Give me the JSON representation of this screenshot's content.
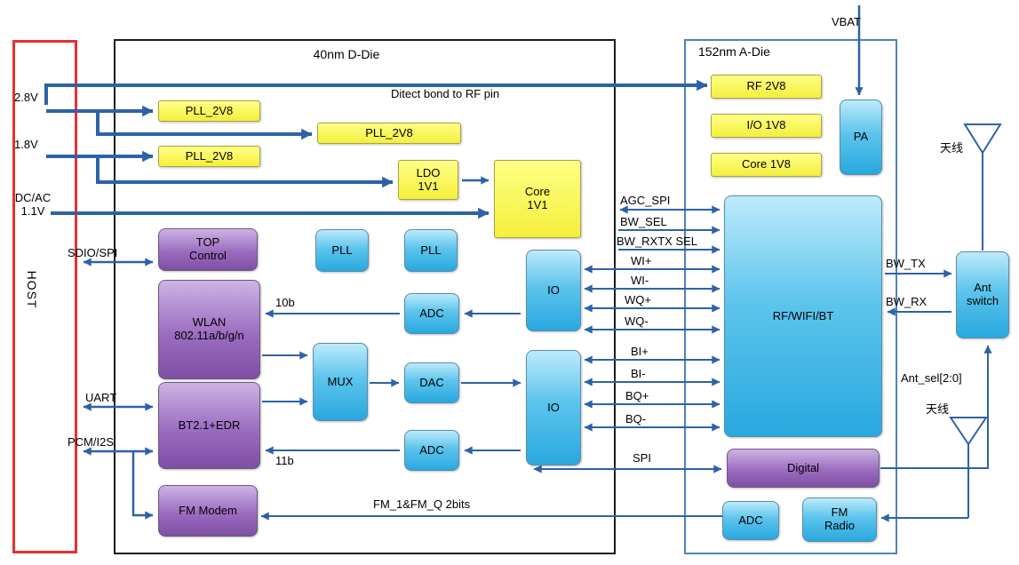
{
  "host_panel": {
    "title": "HOST",
    "rail_28": "2.8V",
    "rail_18": "1.8V",
    "rail_dcac": "DC/AC\n1.1V",
    "bus_sdio": "SDIO/SPI",
    "bus_uart": "UART",
    "bus_pcm": "PCM/I2S"
  },
  "d_die": {
    "title": "40nm D-Die",
    "bond_note": "Ditect bond to RF pin",
    "blocks": {
      "pll2v8_a": "PLL_2V8",
      "pll2v8_b": "PLL_2V8",
      "pll2v8_c": "PLL_2V8",
      "ldo": "LDO\n1V1",
      "core": "Core\n1V1",
      "top_control": "TOP\nControl",
      "pll_a": "PLL",
      "pll_b": "PLL",
      "wlan": "WLAN\n802.11a/b/g/n",
      "adc_top": "ADC",
      "mux": "MUX",
      "dac": "DAC",
      "bt": "BT2.1+EDR",
      "adc_bot": "ADC",
      "io_top": "IO",
      "io_bot": "IO",
      "fm_modem": "FM Modem"
    },
    "widths": {
      "adc_top": "10b",
      "adc_bot": "11b"
    }
  },
  "a_die": {
    "title": "152nm A-Die",
    "blocks": {
      "rf2v8": "RF 2V8",
      "io1v8": "I/O 1V8",
      "core1v8": "Core 1V8",
      "pa": "PA",
      "rf_wifi_bt": "RF/WIFI/BT",
      "digital": "Digital",
      "adc": "ADC",
      "fm_radio": "FM\nRadio"
    }
  },
  "signals": {
    "agc_spi": "AGC_SPI",
    "bw_sel": "BW_SEL",
    "bw_rxtx_sel": "BW_RXTX SEL",
    "wi_p": "WI+",
    "wi_n": "WI-",
    "wq_p": "WQ+",
    "wq_n": "WQ-",
    "bi_p": "BI+",
    "bi_n": "BI-",
    "bq_p": "BQ+",
    "bq_n": "BQ-",
    "spi": "SPI",
    "fm": "FM_1&FM_Q 2bits"
  },
  "right_side": {
    "vbat": "VBAT",
    "bw_tx": "BW_TX",
    "bw_rx": "BW_RX",
    "ant_switch": "Ant\nswitch",
    "ant_sel": "Ant_sel[2:0]",
    "antenna_top": "天线",
    "antenna_bottom": "天线"
  },
  "colors": {
    "wire": "#2e62a8",
    "power_block": "#f4ef3c",
    "analog_block": "#29a8df",
    "digital_block": "#7e4fa4",
    "host_border": "#e53030",
    "a_die_border": "#4f81bd"
  }
}
